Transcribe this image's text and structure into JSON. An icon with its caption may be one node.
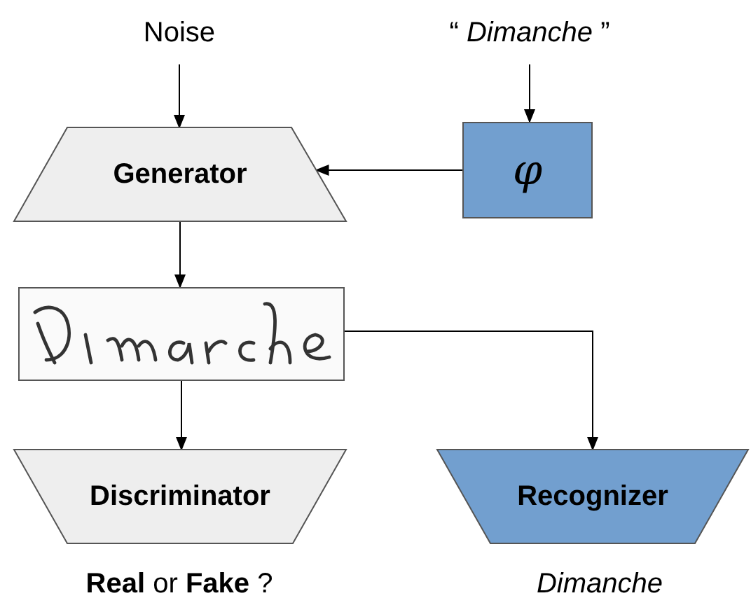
{
  "diagram": {
    "nodes": [
      {
        "text": [
          "Noise"
        ]
      },
      {
        "text": [
          "“ *Dimanche* ”"
        ]
      },
      {
        "text": [
          "Generator"
        ]
      },
      {
        "text": [
          "φ"
        ]
      },
      {
        "text": [],
        "shape": "picture"
      },
      {
        "text": [
          "Discriminator"
        ],
        "beside": [
          "**Real** or **Fake** ?"
        ]
      },
      {
        "text": [
          "Recognizer"
        ],
        "beside": [
          "Dimanche"
        ]
      }
    ],
    "edges": [
      {
        "from": 0,
        "to": 2,
        "arrow": "to"
      },
      {
        "from": 1,
        "to": 3,
        "arrow": "to"
      },
      {
        "from": 3,
        "to": 2,
        "arrow": "to"
      },
      {
        "from": 2,
        "to": 4,
        "arrow": "to"
      },
      {
        "from": 4,
        "to": 5,
        "arrow": "to"
      },
      {
        "from": 4,
        "to": 6,
        "arrow": "to"
      }
    ]
  }
}
